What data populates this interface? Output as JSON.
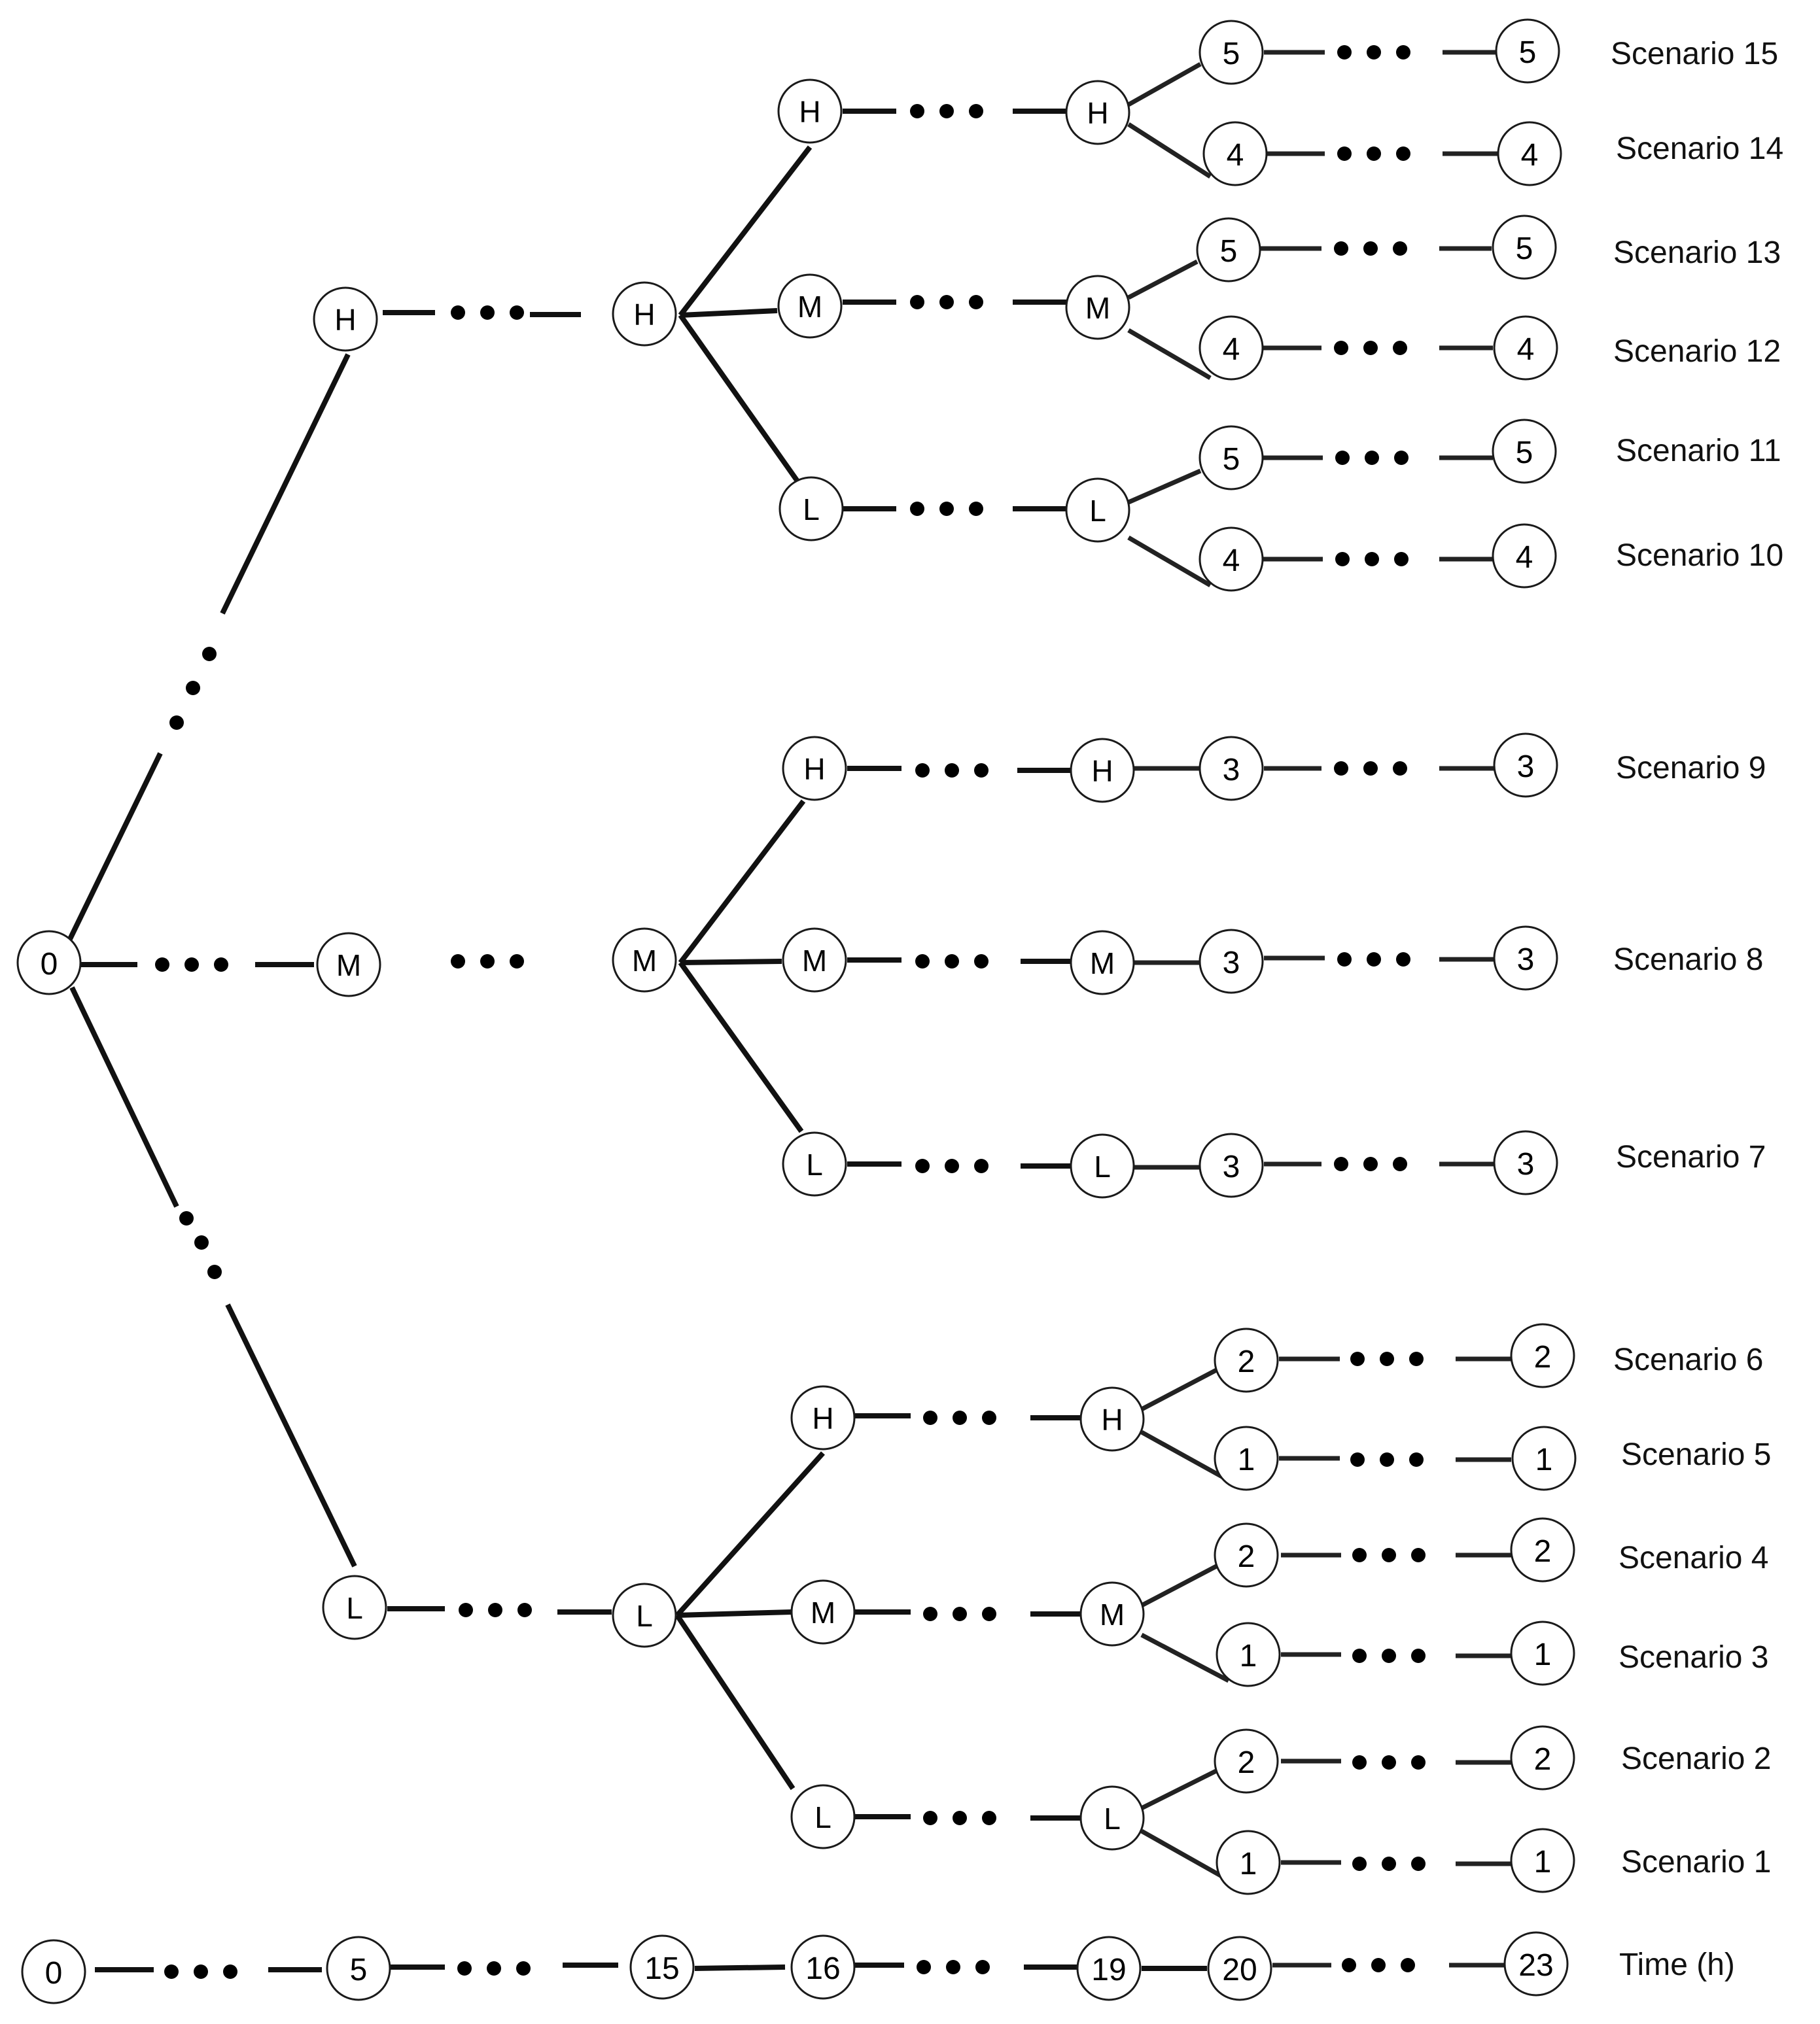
{
  "nodes": {
    "root": "0",
    "top": {
      "l1": "H",
      "l2": "H",
      "h1": "H",
      "h2": "H",
      "h2a": "5",
      "h2a_end": "5",
      "h2b": "4",
      "h2b_end": "4",
      "m1": "M",
      "m2": "M",
      "m2a": "5",
      "m2a_end": "5",
      "m2b": "4",
      "m2b_end": "4",
      "lo1": "L",
      "lo2": "L",
      "lo2a": "5",
      "lo2a_end": "5",
      "lo2b": "4",
      "lo2b_end": "4"
    },
    "mid": {
      "l1": "M",
      "l2": "M",
      "h1": "H",
      "h2": "H",
      "h3": "3",
      "h3_end": "3",
      "m1": "M",
      "m2": "M",
      "m3": "3",
      "m3_end": "3",
      "lo1": "L",
      "lo2": "L",
      "lo3": "3",
      "lo3_end": "3"
    },
    "bot": {
      "l1": "L",
      "l2": "L",
      "h1": "H",
      "h2": "H",
      "h2a": "2",
      "h2a_end": "2",
      "h2b": "1",
      "h2b_end": "1",
      "m1": "M",
      "m2": "M",
      "m2a": "2",
      "m2a_end": "2",
      "m2b": "1",
      "m2b_end": "1",
      "lo1": "L",
      "lo2": "L",
      "lo2a": "2",
      "lo2a_end": "2",
      "lo2b": "1",
      "lo2b_end": "1"
    }
  },
  "scenarios": [
    "Scenario 15",
    "Scenario 14",
    "Scenario 13",
    "Scenario 12",
    "Scenario 11",
    "Scenario 10",
    "Scenario 9",
    "Scenario 8",
    "Scenario 7",
    "Scenario 6",
    "Scenario 5",
    "Scenario 4",
    "Scenario 3",
    "Scenario 2",
    "Scenario 1"
  ],
  "timeline": {
    "ticks": [
      "0",
      "5",
      "15",
      "16",
      "19",
      "20",
      "23"
    ],
    "label": "Time (h)"
  }
}
